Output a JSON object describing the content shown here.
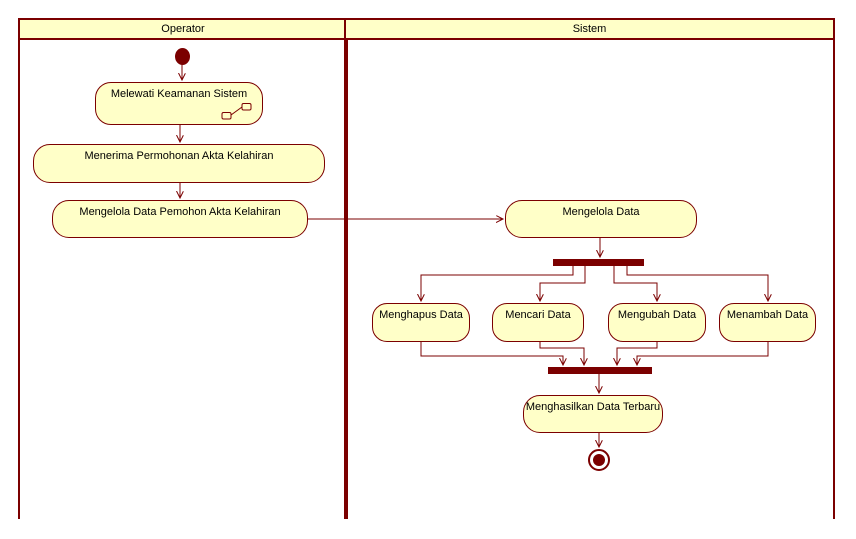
{
  "lanes": {
    "operator": {
      "label": "Operator"
    },
    "sistem": {
      "label": "Sistem"
    }
  },
  "activities": {
    "melewati": {
      "label": "Melewati Keamanan Sistem"
    },
    "menerima": {
      "label": "Menerima Permohonan Akta Kelahiran"
    },
    "mengelola_pemohon": {
      "label": "Mengelola Data Pemohon Akta Kelahiran"
    },
    "mengelola_data": {
      "label": "Mengelola Data"
    },
    "menghapus": {
      "label": "Menghapus Data"
    },
    "mencari": {
      "label": "Mencari Data"
    },
    "mengubah": {
      "label": "Mengubah Data"
    },
    "menambah": {
      "label": "Menambah Data"
    },
    "menghasilkan": {
      "label": "Menghasilkan Data Terbaru"
    }
  },
  "symbols": {
    "initial_node": "initial-state",
    "final_node": "final-state",
    "fork_bar": "fork",
    "join_bar": "join",
    "melewati_badge": "link-icon"
  },
  "colors": {
    "node_fill": "#FFFFC8",
    "stroke": "#7B0000",
    "text": "#000000",
    "background": "#FFFFFF"
  }
}
